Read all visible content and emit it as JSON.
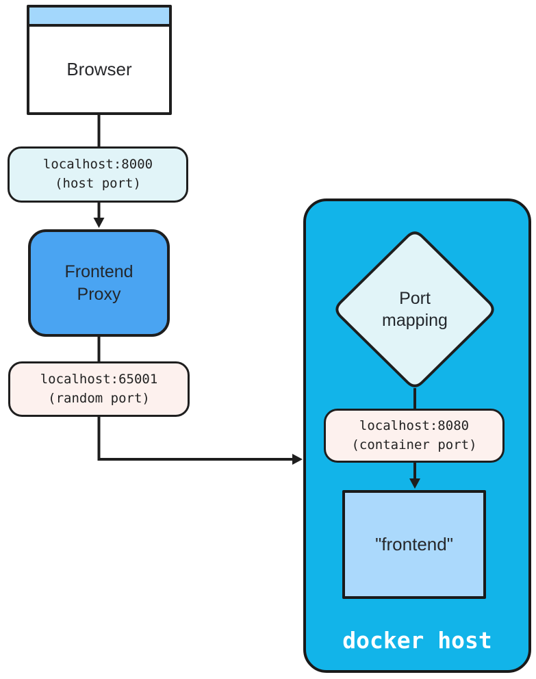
{
  "nodes": {
    "browser": {
      "label": "Browser"
    },
    "host_port": {
      "line1": "localhost:8000",
      "line2": "(host port)"
    },
    "frontend_proxy": {
      "line1": "Frontend",
      "line2": "Proxy"
    },
    "random_port": {
      "line1": "localhost:65001",
      "line2": "(random port)"
    },
    "port_mapping": {
      "line1": "Port",
      "line2": "mapping"
    },
    "container_port": {
      "line1": "localhost:8080",
      "line2": "(container port)"
    },
    "frontend_container": {
      "label": "\"frontend\""
    },
    "docker_host": {
      "label": "docker host"
    }
  },
  "colors": {
    "ink": "#1e1e1e",
    "canvas_bg": "#ffffff",
    "browser_titlebar": "#a3d7fc",
    "light_cyan_fill": "#e1f4f8",
    "pink_fill": "#fdf1ee",
    "proxy_blue": "#4aa4f2",
    "docker_cyan": "#12b4e9",
    "container_blue": "#abd9fc",
    "docker_label_text": "#ffffff"
  }
}
